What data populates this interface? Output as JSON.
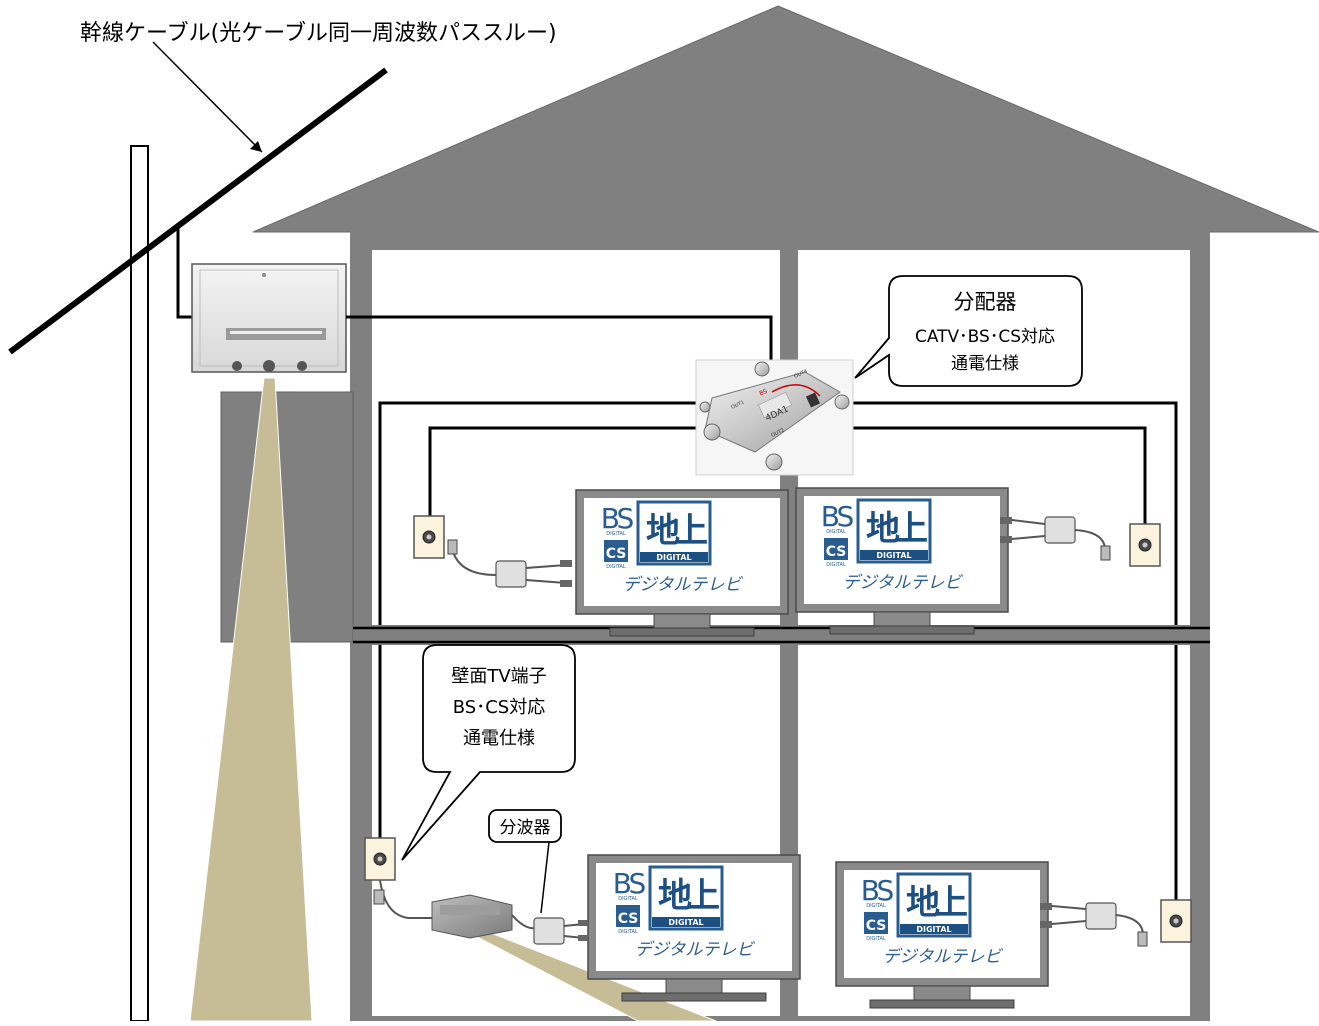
{
  "labels": {
    "trunk_cable": "幹線ケーブル(光ケーブル同一周波数パススルー)",
    "splitter_title": "分配器",
    "splitter_line2": "CATV･BS･CS対応",
    "splitter_line3": "通電仕様",
    "wall_outlet_line1": "壁面TV端子",
    "wall_outlet_line2": "BS･CS対応",
    "wall_outlet_line3": "通電仕様",
    "diplexer": "分波器"
  },
  "tv_screen": {
    "bs_top": "BS",
    "bs_small": "DIGITAL",
    "cs_top": "CS",
    "cs_small": "DIGITAL",
    "chi_glyph": "地上",
    "chi_small": "DIGITAL",
    "footer": "デジタルテレビ"
  },
  "splitter_device_text": {
    "out1": "OUT1",
    "out2": "OUT2",
    "out4": "OUT4",
    "model": "4DA1",
    "mark": "BS"
  },
  "colors": {
    "house_gray": "#808080",
    "room_white": "#ffffff",
    "beam_tan": "#c6bc96",
    "cable": "#000000"
  }
}
